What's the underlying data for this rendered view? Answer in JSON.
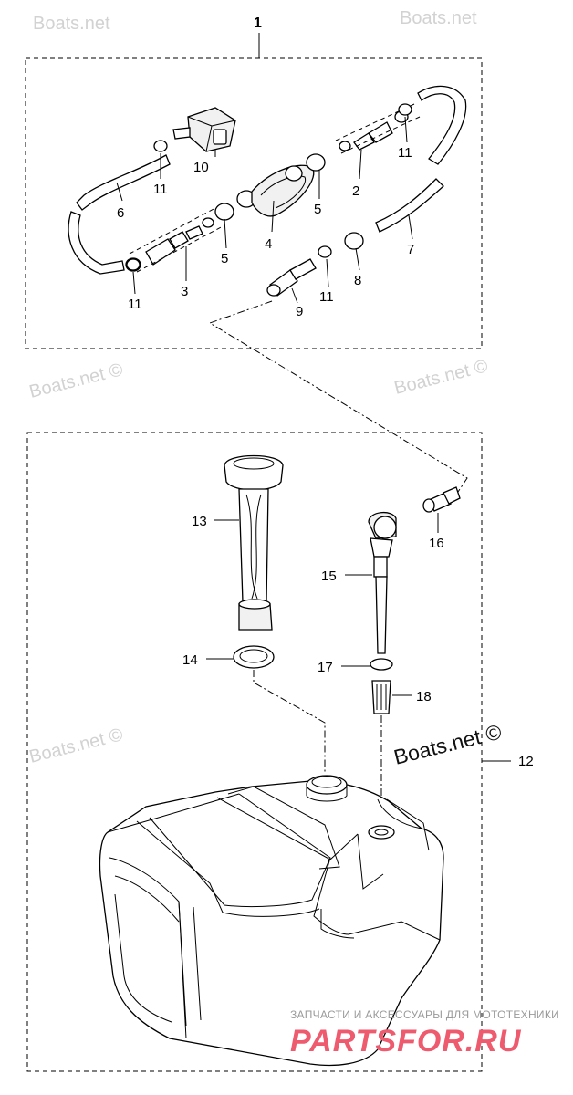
{
  "watermarks": {
    "top_left": "Boats.net",
    "top_right": "Boats.net",
    "mid_left": "Boats.net ©",
    "mid_right": "Boats.net ©",
    "lower_left": "Boats.net ©",
    "main": "Boats.net ©"
  },
  "callouts": {
    "assembly_1": "1",
    "p2": "2",
    "p3": "3",
    "p4": "4",
    "p5a": "5",
    "p5b": "5",
    "p6": "6",
    "p7": "7",
    "p8": "8",
    "p9": "9",
    "p10": "10",
    "p11a": "11",
    "p11b": "11",
    "p11c": "11",
    "p11d": "11",
    "assembly_12": "12",
    "p13": "13",
    "p14": "14",
    "p15": "15",
    "p16": "16",
    "p17": "17",
    "p18": "18"
  },
  "brand": {
    "tagline": "ЗАПЧАСТИ И АКСЕССУАРЫ ДЛЯ МОТОТЕХНИКИ",
    "logo": "PARTSFOR.RU"
  }
}
